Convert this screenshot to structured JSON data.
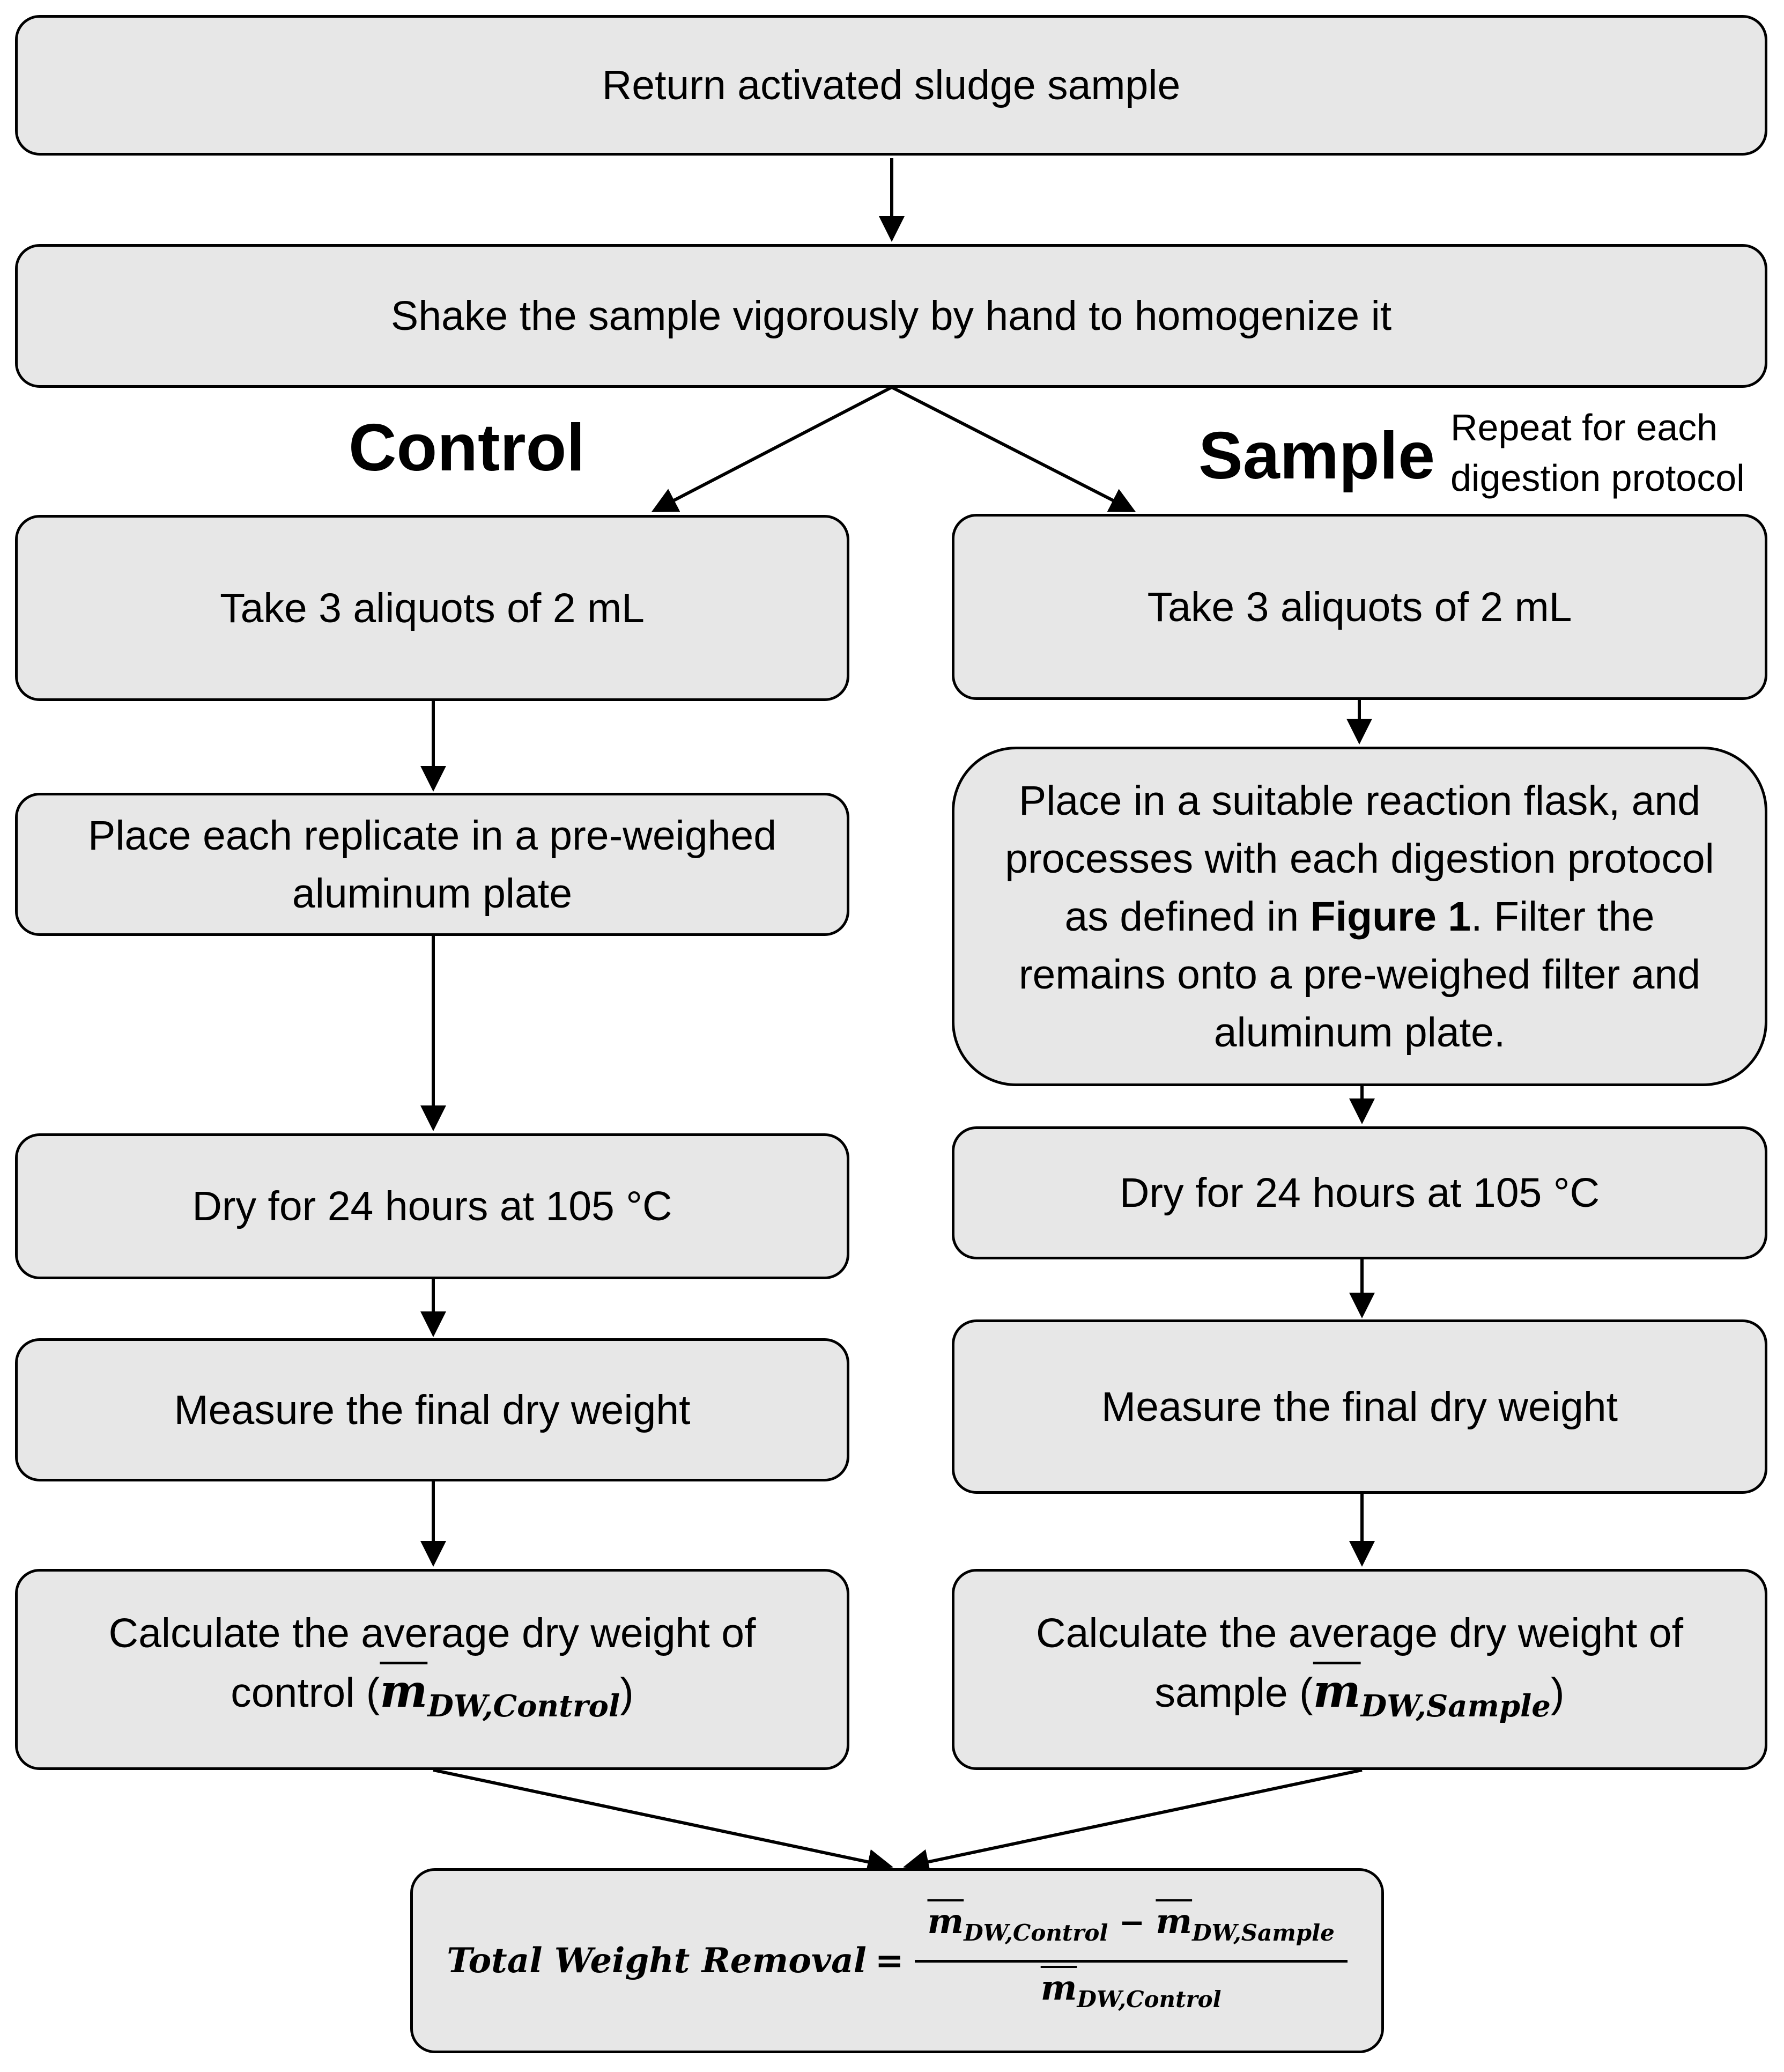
{
  "steps": {
    "start": "Return activated sludge sample",
    "shake": "Shake the sample vigorously by hand to homogenize it"
  },
  "control": {
    "heading": "Control",
    "aliquots": "Take 3 aliquots of 2 mL",
    "place": "Place each replicate in a pre-weighed aluminum plate",
    "dry": "Dry for 24 hours at 105 °C",
    "measure": "Measure the final dry weight",
    "calc_prefix": "Calculate the average dry weight of control (",
    "calc_symbol": "m",
    "calc_subscript": "DW,Control",
    "calc_suffix": ")"
  },
  "sample": {
    "heading": "Sample",
    "note_line1": "Repeat for each",
    "note_line2": "digestion protocol",
    "aliquots": "Take 3 aliquots of 2 mL",
    "place_part1": "Place in a suitable reaction flask, and processes with each digestion protocol as defined in ",
    "place_bold": "Figure 1",
    "place_part2": ". Filter the remains onto a pre-weighed filter and aluminum plate.",
    "dry": "Dry for 24 hours at 105 °C",
    "measure": "Measure the final dry weight",
    "calc_prefix": "Calculate the average dry weight of sample (",
    "calc_symbol": "m",
    "calc_subscript": "DW,Sample",
    "calc_suffix": ")"
  },
  "formula": {
    "label": "Total Weight Removal",
    "equals": "=",
    "symbol": "m",
    "sub_control": "DW,Control",
    "sub_sample": "DW,Sample",
    "minus": "−"
  },
  "colors": {
    "box_fill": "#e7e7e7",
    "stroke": "#000000"
  }
}
